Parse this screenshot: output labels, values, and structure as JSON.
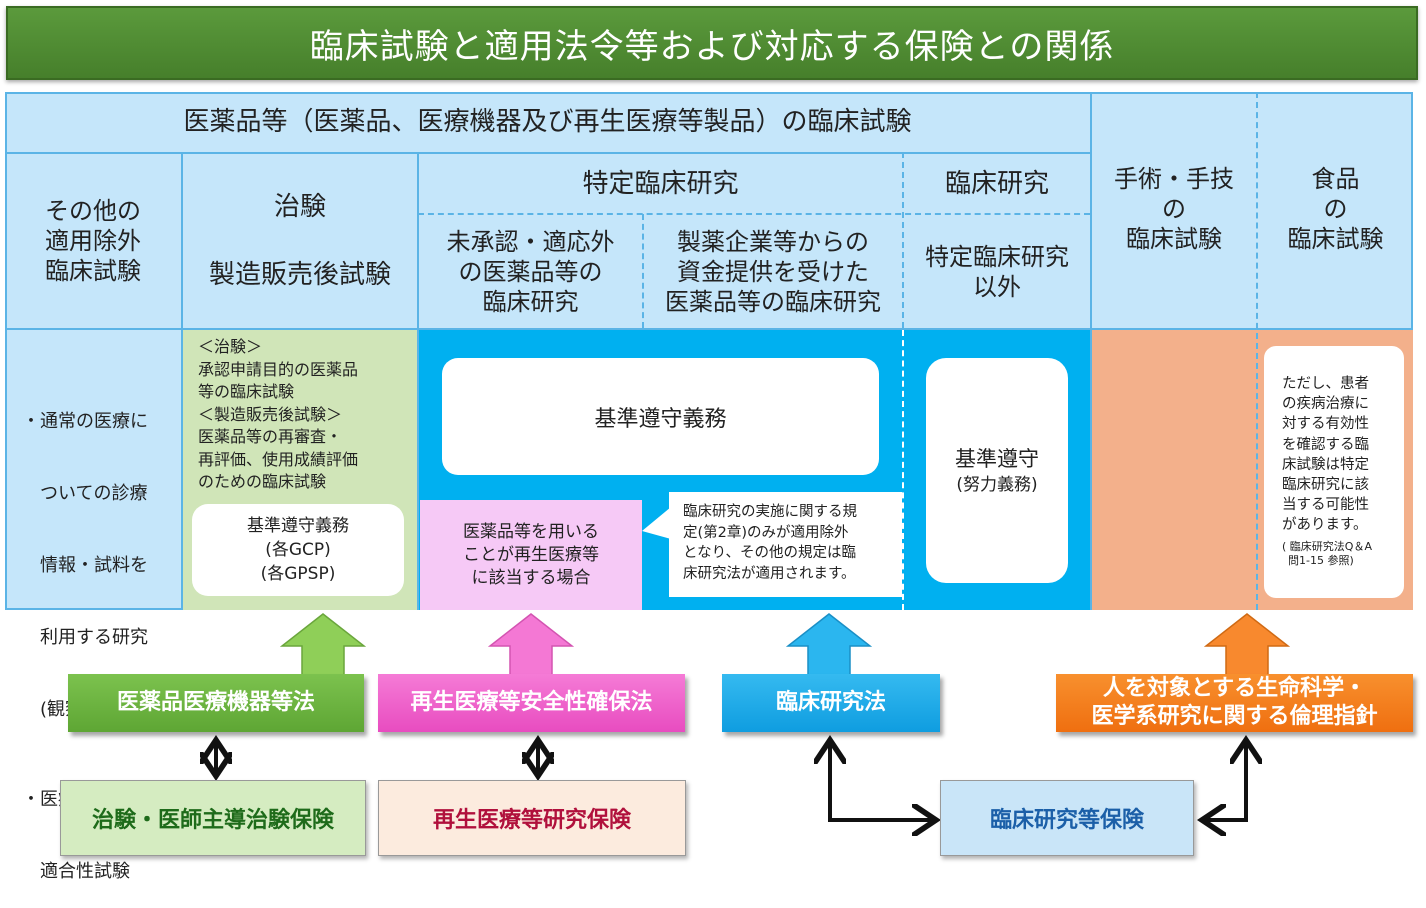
{
  "title": "臨床試験と適用法令等および対応する保険との関係",
  "header": {
    "drug_trials": "医薬品等（医薬品、医療機器及び再生医療等製品）の臨床試験",
    "other_exempt": [
      "その他の",
      "適用除外",
      "臨床試験"
    ],
    "chiken": "治験",
    "post_marketing": "製造販売後試験",
    "specified_clinical": "特定臨床研究",
    "clinical_research": "臨床研究",
    "unapproved": [
      "未承認・適応外",
      "の医薬品等の",
      "臨床研究"
    ],
    "industry_funded": [
      "製薬企業等からの",
      "資金提供を受けた",
      "医薬品等の臨床研究"
    ],
    "non_specified": [
      "特定臨床研究",
      "以外"
    ],
    "surgery": [
      "手術・手技",
      "の",
      "臨床試験"
    ],
    "food": [
      "食品",
      "の",
      "臨床試験"
    ]
  },
  "body": {
    "other_items": [
      "・通常の医療に",
      "　ついての診療",
      "　情報・試料を",
      "　利用する研究",
      "　(観察研究)",
      "・医療機器の",
      "　適合性試験"
    ],
    "chiken_lines": [
      "＜治験＞",
      "承認申請目的の医薬品",
      "等の臨床試験",
      "＜製造販売後試験＞",
      "医薬品等の再審査・",
      "再評価、使用成績評価",
      "のための臨床試験"
    ],
    "gcp_lines": [
      "基準遵守義務",
      "(各GCP)",
      "(各GPSP)"
    ],
    "compliance_duty": "基準遵守義務",
    "regen_case": [
      "医薬品等を用いる",
      "ことが再生医療等",
      "に該当する場合"
    ],
    "callout": [
      "臨床研究の実施に関する規",
      "定(第2章)のみが適用除外",
      "となり、その他の規定は臨",
      "床研究法が適用されます。"
    ],
    "effort_main": "基準遵守",
    "effort_sub": "(努力義務)",
    "food_note": [
      "ただし、患者",
      "の疾病治療に",
      "対する有効性",
      "を確認する臨",
      "床試験は特定",
      "臨床研究に該",
      "当する可能性",
      "があります。"
    ],
    "food_ref": [
      "( 臨床研究法Q＆A",
      "問1-15 参照)"
    ]
  },
  "laws": {
    "pmd": "医薬品医療機器等法",
    "regen": "再生医療等安全性確保法",
    "clinical": "臨床研究法",
    "ethics": [
      "人を対象とする生命科学・",
      "医学系研究に関する倫理指針"
    ]
  },
  "insurance": {
    "chiken": "治験・医師主導治験保険",
    "regen": "再生医療等研究保険",
    "clinical": "臨床研究等保険"
  },
  "colors": {
    "title_green": "#4e8a33",
    "light_blue": "#c5e6fa",
    "green_cell": "#d0e5b8",
    "cyan_cell": "#00b0f0",
    "orange_cell": "#f3b08b",
    "pink_cell": "#f6c9f6",
    "law_green": "#6ab43e",
    "law_pink": "#f05fc8",
    "law_blue": "#1aa8e8",
    "law_orange": "#f57d1f"
  }
}
